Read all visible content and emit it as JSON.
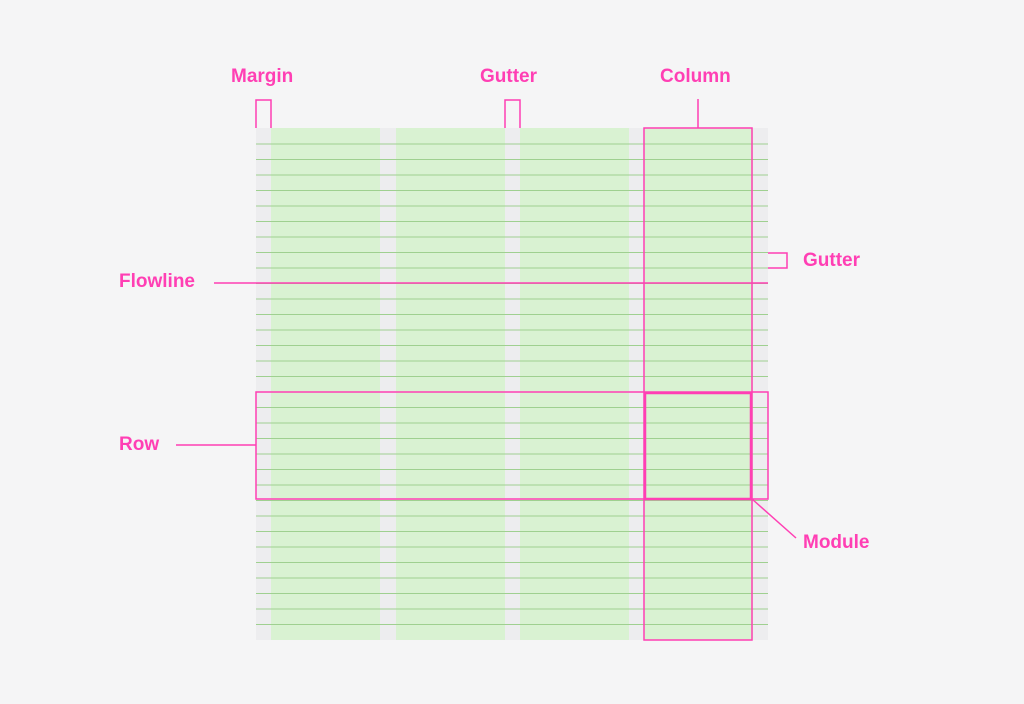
{
  "labels": {
    "margin": "Margin",
    "gutter_top": "Gutter",
    "column": "Column",
    "gutter_right": "Gutter",
    "flowline": "Flowline",
    "row": "Row",
    "module": "Module"
  },
  "colors": {
    "background": "#f5f5f6",
    "grid_bg": "#ededef",
    "column_fill": "#d9f2d2",
    "baseline": "#9fd090",
    "accent": "#ff3fb4"
  },
  "grid": {
    "columns": 4,
    "rows": 4,
    "lines_per_row": 7
  }
}
